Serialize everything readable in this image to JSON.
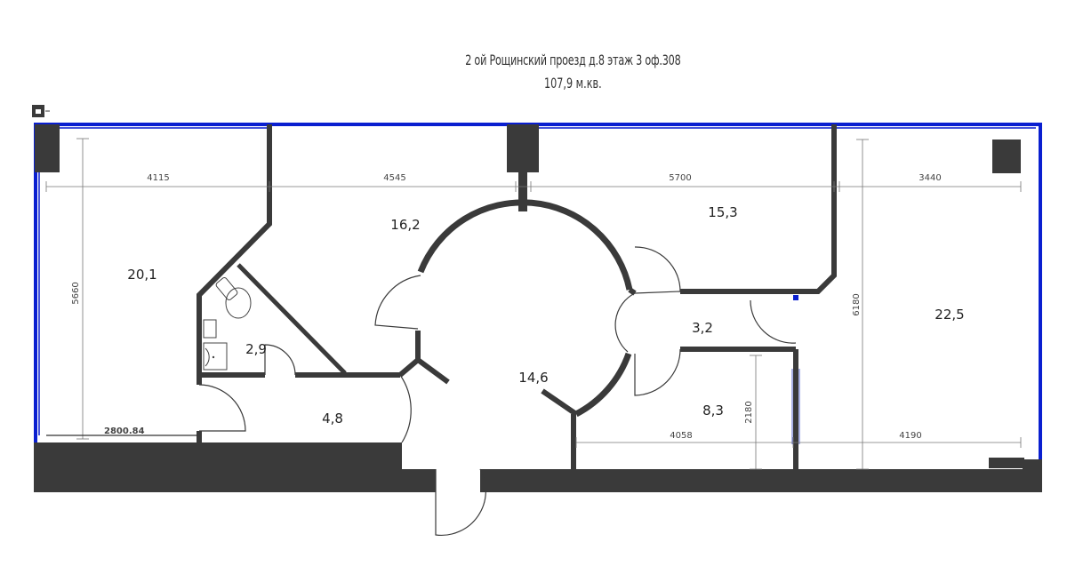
{
  "title": {
    "line1": "2 ой Рощинский проезд д.8 этаж 3 оф.308",
    "line2": "107,9 м.кв."
  },
  "rooms": {
    "r1": "20,1",
    "r2": "16,2",
    "r3": "15,3",
    "r4": "22,5",
    "r5": "2,9",
    "r6": "4,8",
    "r7": "14,6",
    "r8": "3,2",
    "r9": "8,3"
  },
  "dimensions": {
    "top1": "4115",
    "top2": "4545",
    "top3": "5700",
    "top4": "3440",
    "left_height": "5660",
    "right_height": "6180",
    "inner_height": "2180",
    "bottom_mid": "4058",
    "bottom_right": "4190",
    "bottom_left": "2800.84"
  },
  "colors": {
    "wall": "#3a3a3a",
    "window_line": "#0a1fd0"
  }
}
